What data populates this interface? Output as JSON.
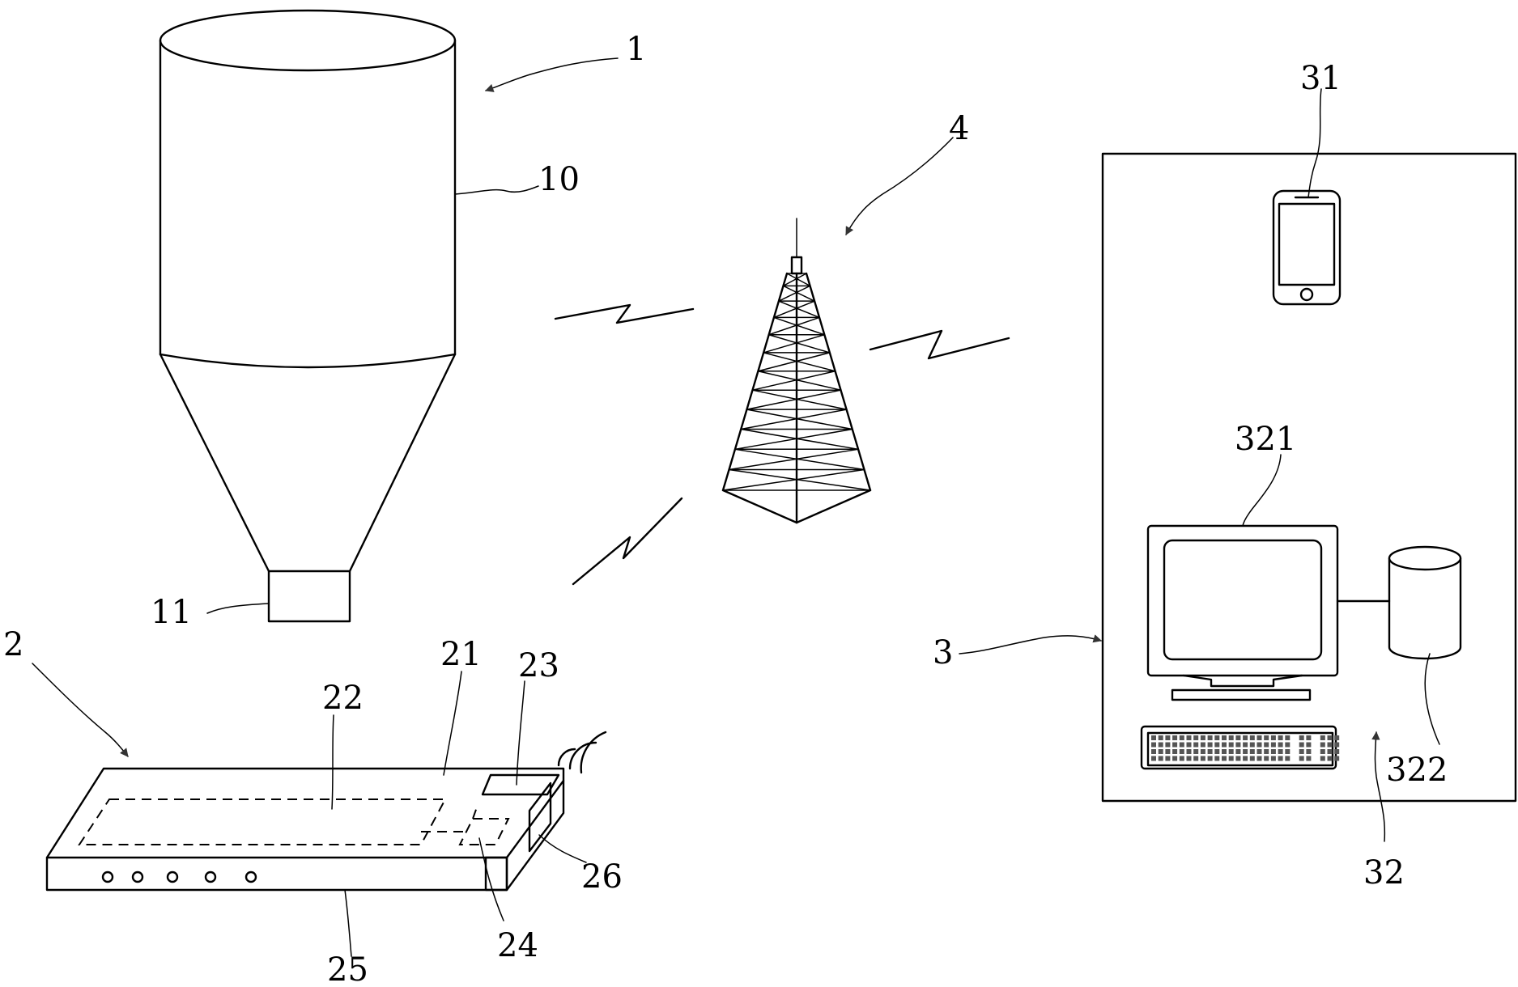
{
  "labels": {
    "system": "1",
    "silo": "10",
    "outlet": "11",
    "sensing_device": "2",
    "part_21": "21",
    "part_22": "22",
    "part_23": "23",
    "part_24": "24",
    "part_25": "25",
    "part_26": "26",
    "monitoring_end": "3",
    "mobile_phone": "31",
    "computer_system": "32",
    "monitor": "321",
    "database": "322",
    "network": "4"
  }
}
